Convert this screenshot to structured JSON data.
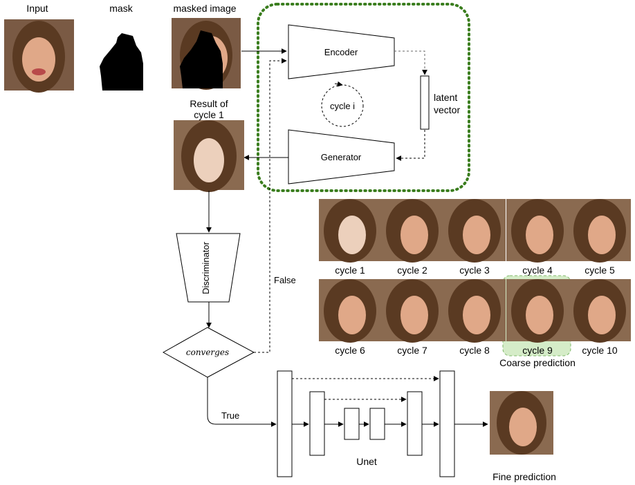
{
  "labels": {
    "input": "Input",
    "mask": "mask",
    "masked_image": "masked image",
    "result_line1": "Result of",
    "result_line2": "cycle 1",
    "encoder": "Encoder",
    "generator": "Generator",
    "cycle_i": "cycle i",
    "latent_line1": "latent",
    "latent_line2": "vector",
    "discriminator": "Discriminator",
    "converges": "converges",
    "false_label": "False",
    "true_label": "True",
    "unet": "Unet",
    "coarse_prediction": "Coarse prediction",
    "fine_prediction": "Fine prediction"
  },
  "cycles": [
    "cycle 1",
    "cycle 2",
    "cycle 3",
    "cycle 4",
    "cycle 5",
    "cycle 6",
    "cycle 7",
    "cycle 8",
    "cycle 9",
    "cycle 10"
  ],
  "colors": {
    "loop_border": "#3a7d1e",
    "highlight_fill": "#d5ecc8",
    "highlight_border": "#7fb86a",
    "skin": "#e0a888",
    "skin_pale": "#ecd0bc",
    "hair": "#5a3a22",
    "bg_photo": "#8a6a50"
  }
}
